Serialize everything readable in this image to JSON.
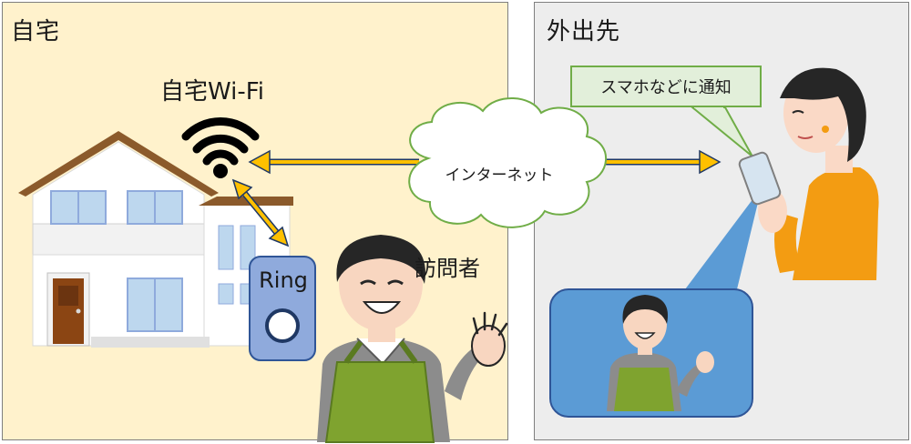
{
  "home": {
    "title": "自宅",
    "wifi_label": "自宅Wi-Fi",
    "visitor_label": "訪問者",
    "doorbell_label": "Ring"
  },
  "away": {
    "title": "外出先",
    "notification": "スマホなどに通知"
  },
  "network": {
    "label": "インターネット"
  },
  "colors": {
    "home_bg": "#fff2cc",
    "away_bg": "#ededed",
    "arrow": "#ffc000",
    "arrow_outline": "#1f3864",
    "apron": "#7fa32f",
    "video_bg": "#5b9bd5",
    "shirt": "#f39c12"
  }
}
